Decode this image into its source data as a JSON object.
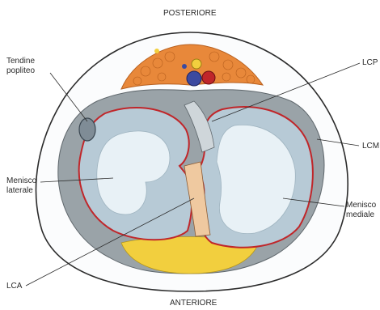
{
  "orientation": {
    "top": "POSTERIORE",
    "bottom": "ANTERIORE"
  },
  "labels": {
    "tendine_popliteo": "Tendine\npopliteo",
    "menisco_laterale": "Menisco\nlaterale",
    "lca": "LCA",
    "lcp": "LCP",
    "lcm": "LCM",
    "menisco_mediale": "Menisco\nmediale"
  },
  "colors": {
    "outline": "#2b2b2b",
    "fat": "#e8883a",
    "fat_yellow": "#f2cf3e",
    "cartilage": "#dbe8ef",
    "meniscus": "#b7cad6",
    "capsule": "#8e969b",
    "vessel_red": "#c0262a",
    "vessel_blue": "#3c4aa0"
  }
}
